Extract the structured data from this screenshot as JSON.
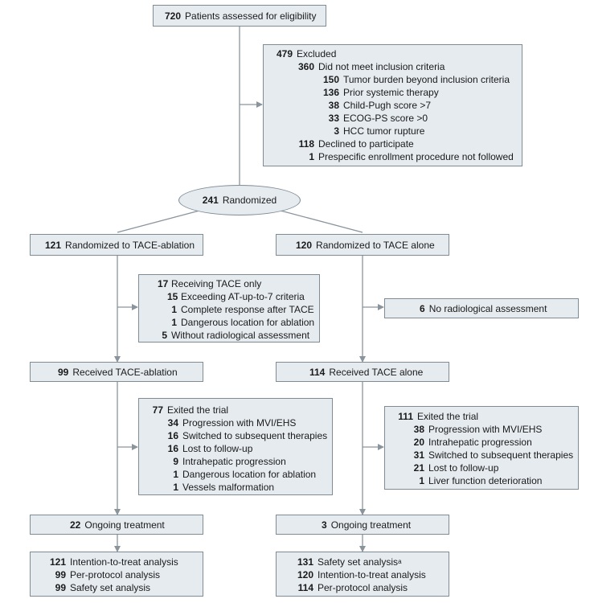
{
  "assessed": {
    "n": "720",
    "label": "Patients assessed for eligibility"
  },
  "excluded": {
    "n": "479",
    "label": "Excluded",
    "items": [
      {
        "n": "360",
        "label": "Did not meet inclusion criteria",
        "level": 1
      },
      {
        "n": "150",
        "label": "Tumor burden beyond inclusion criteria",
        "level": 2
      },
      {
        "n": "136",
        "label": "Prior systemic therapy",
        "level": 2
      },
      {
        "n": "38",
        "label": "Child-Pugh score >7",
        "level": 2
      },
      {
        "n": "33",
        "label": "ECOG-PS score >0",
        "level": 2
      },
      {
        "n": "3",
        "label": "HCC tumor rupture",
        "level": 2
      },
      {
        "n": "118",
        "label": "Declined to participate",
        "level": 1
      },
      {
        "n": "1",
        "label": "Prespecific enrollment procedure not followed",
        "level": 1
      }
    ]
  },
  "randomized": {
    "n": "241",
    "label": "Randomized"
  },
  "left": {
    "randomized": {
      "n": "121",
      "label": "Randomized to TACE-ablation"
    },
    "side1": {
      "n": "17",
      "label": "Receiving TACE only",
      "items": [
        {
          "n": "15",
          "label": "Exceeding AT-up-to-7 criteria",
          "level": 1
        },
        {
          "n": "1",
          "label": "Complete response after TACE",
          "level": 1
        },
        {
          "n": "1",
          "label": "Dangerous location for ablation",
          "level": 1
        },
        {
          "n": "5",
          "label": "Without radiological assessment",
          "level": 0
        }
      ]
    },
    "received": {
      "n": "99",
      "label": "Received TACE-ablation"
    },
    "side2": {
      "n": "77",
      "label": "Exited the trial",
      "items": [
        {
          "n": "34",
          "label": "Progression with MVI/EHS",
          "level": 1
        },
        {
          "n": "16",
          "label": "Switched to subsequent therapies",
          "level": 1
        },
        {
          "n": "16",
          "label": "Lost to follow-up",
          "level": 1
        },
        {
          "n": "9",
          "label": "Intrahepatic progression",
          "level": 1
        },
        {
          "n": "1",
          "label": "Dangerous location for ablation",
          "level": 1
        },
        {
          "n": "1",
          "label": "Vessels malformation",
          "level": 1
        }
      ]
    },
    "ongoing": {
      "n": "22",
      "label": "Ongoing treatment"
    },
    "analysis": [
      {
        "n": "121",
        "label": "Intention-to-treat analysis"
      },
      {
        "n": "99",
        "label": "Per-protocol analysis"
      },
      {
        "n": "99",
        "label": "Safety set analysis"
      }
    ]
  },
  "right": {
    "randomized": {
      "n": "120",
      "label": "Randomized to TACE alone"
    },
    "side1": {
      "n": "6",
      "label": "No radiological assessment"
    },
    "received": {
      "n": "114",
      "label": "Received TACE alone"
    },
    "side2": {
      "n": "111",
      "label": "Exited the trial",
      "items": [
        {
          "n": "38",
          "label": "Progression with MVI/EHS",
          "level": 1
        },
        {
          "n": "20",
          "label": "Intrahepatic progression",
          "level": 1
        },
        {
          "n": "31",
          "label": "Switched to subsequent therapies",
          "level": 1
        },
        {
          "n": "21",
          "label": "Lost to follow-up",
          "level": 1
        },
        {
          "n": "1",
          "label": "Liver function deterioration",
          "level": 1
        }
      ]
    },
    "ongoing": {
      "n": "3",
      "label": "Ongoing treatment"
    },
    "analysis": [
      {
        "n": "131",
        "label": "Safety set analysis",
        "sup": "a"
      },
      {
        "n": "120",
        "label": "Intention-to-treat analysis"
      },
      {
        "n": "114",
        "label": "Per-protocol analysis"
      }
    ]
  }
}
